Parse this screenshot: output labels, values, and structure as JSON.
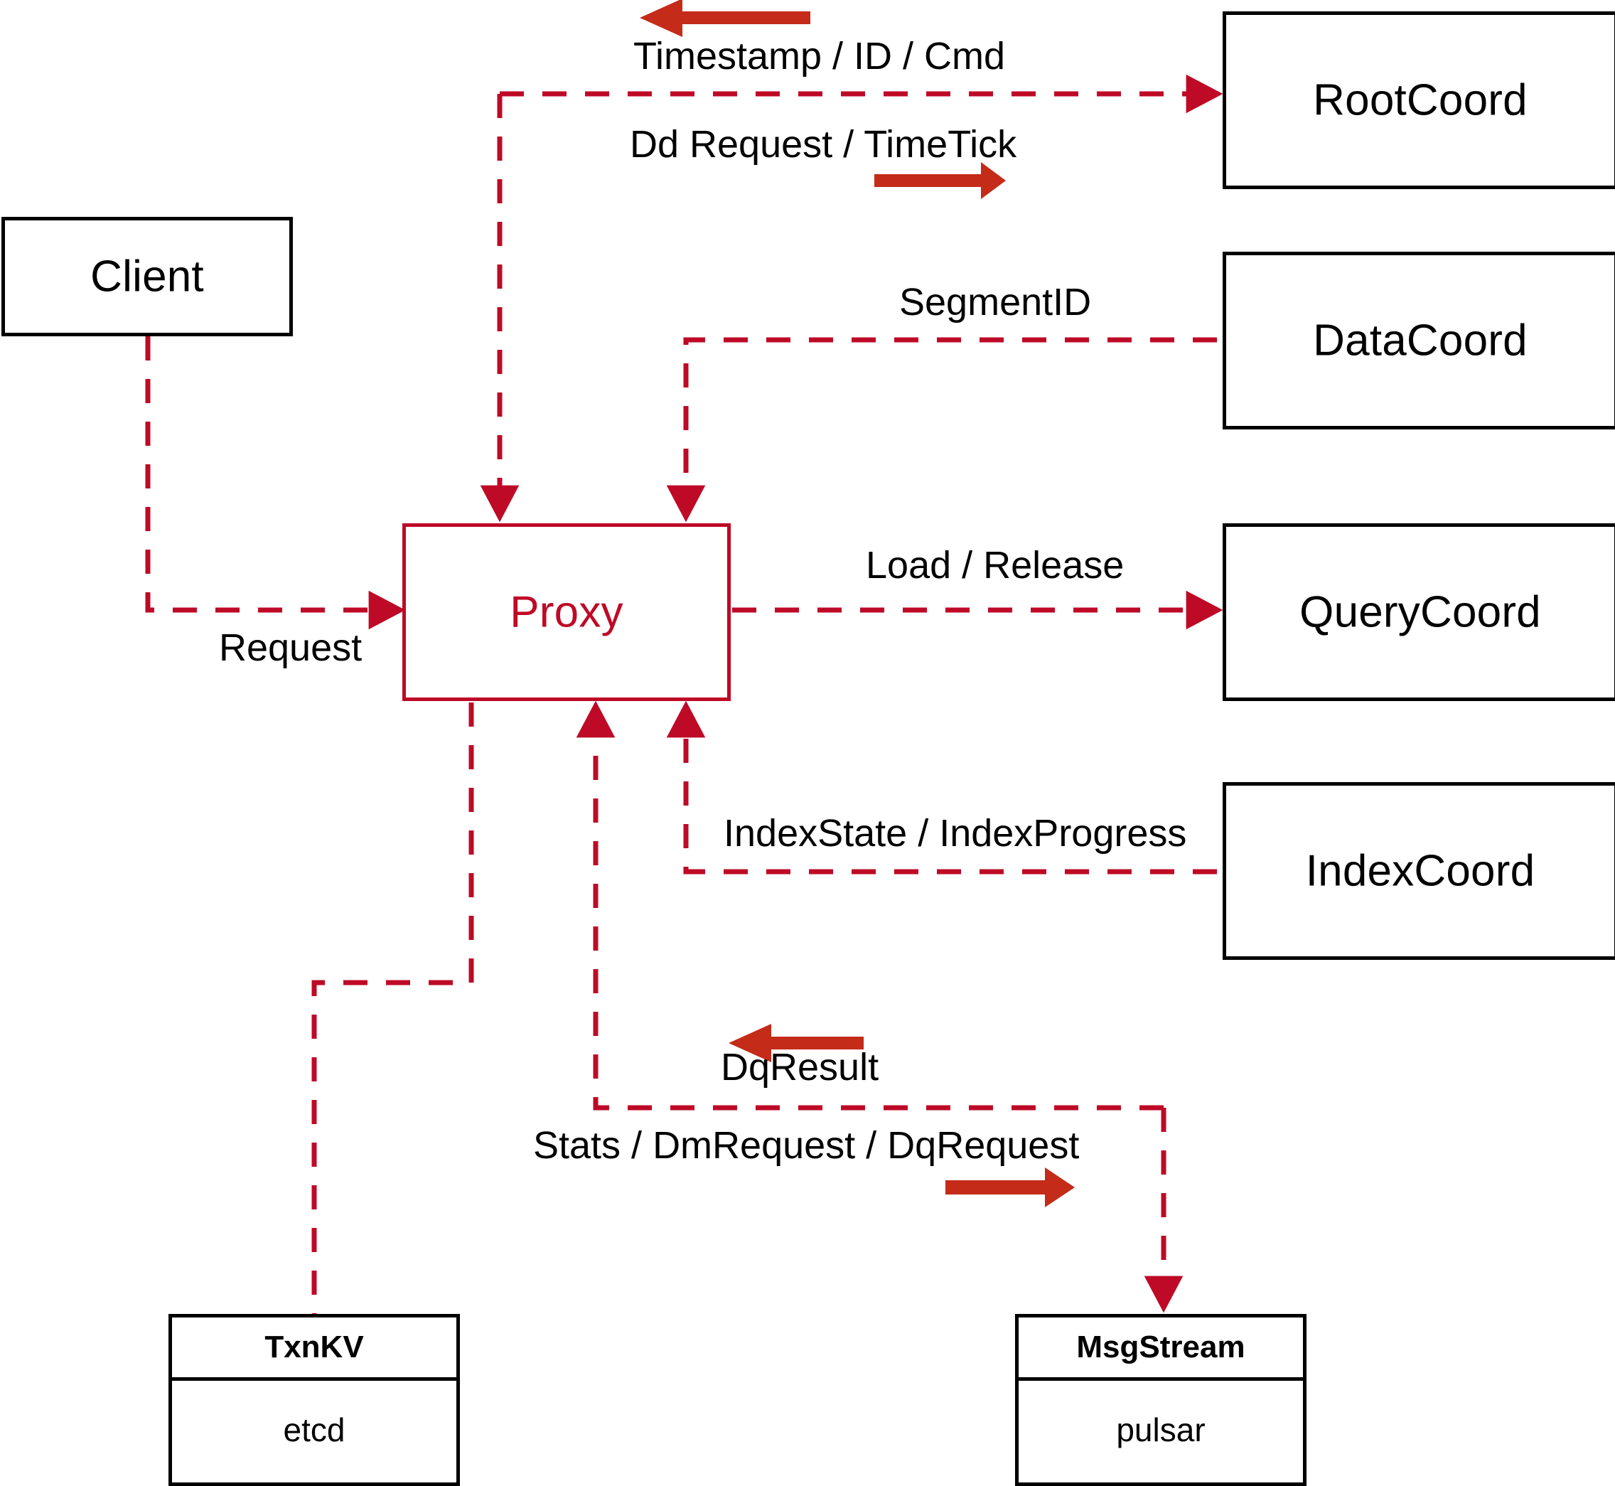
{
  "diagram": {
    "title": "Proxy component interaction diagram",
    "colors": {
      "wire": "#BE0A26",
      "accent_arrow": "#C42B18",
      "node_border": "#000000",
      "proxy_border": "#BE0A26",
      "proxy_text": "#BE0A26",
      "background": "#FFFFFF"
    }
  },
  "nodes": {
    "client": {
      "label": "Client"
    },
    "proxy": {
      "label": "Proxy"
    },
    "root_coord": {
      "label": "RootCoord"
    },
    "data_coord": {
      "label": "DataCoord"
    },
    "query_coord": {
      "label": "QueryCoord"
    },
    "index_coord": {
      "label": "IndexCoord"
    },
    "txn_kv": {
      "header": "TxnKV",
      "body": "etcd"
    },
    "msg_stream": {
      "header": "MsgStream",
      "body": "pulsar"
    }
  },
  "edges": [
    {
      "id": "timestamp-id-cmd",
      "label": "Timestamp / ID / Cmd",
      "from": "RootCoord",
      "to": "Proxy",
      "direction": "left"
    },
    {
      "id": "dd-request-timetick",
      "label": "Dd Request / TimeTick",
      "from": "Proxy",
      "to": "RootCoord",
      "direction": "right"
    },
    {
      "id": "segment-id",
      "label": "SegmentID",
      "from": "DataCoord",
      "to": "Proxy",
      "direction": "left"
    },
    {
      "id": "load-release",
      "label": "Load / Release",
      "from": "Proxy",
      "to": "QueryCoord",
      "direction": "right"
    },
    {
      "id": "index-state",
      "label": "IndexState / IndexProgress",
      "from": "IndexCoord",
      "to": "Proxy",
      "direction": "left"
    },
    {
      "id": "request",
      "label": "Request",
      "from": "Client",
      "to": "Proxy",
      "direction": "right"
    },
    {
      "id": "dq-result",
      "label": "DqResult",
      "from": "MsgStream",
      "to": "Proxy",
      "direction": "left"
    },
    {
      "id": "stats-dm-dq",
      "label": "Stats / DmRequest / DqRequest",
      "from": "Proxy",
      "to": "MsgStream",
      "direction": "right"
    },
    {
      "id": "txnkv-link",
      "label": "",
      "from": "Proxy",
      "to": "TxnKV",
      "direction": "down"
    }
  ]
}
